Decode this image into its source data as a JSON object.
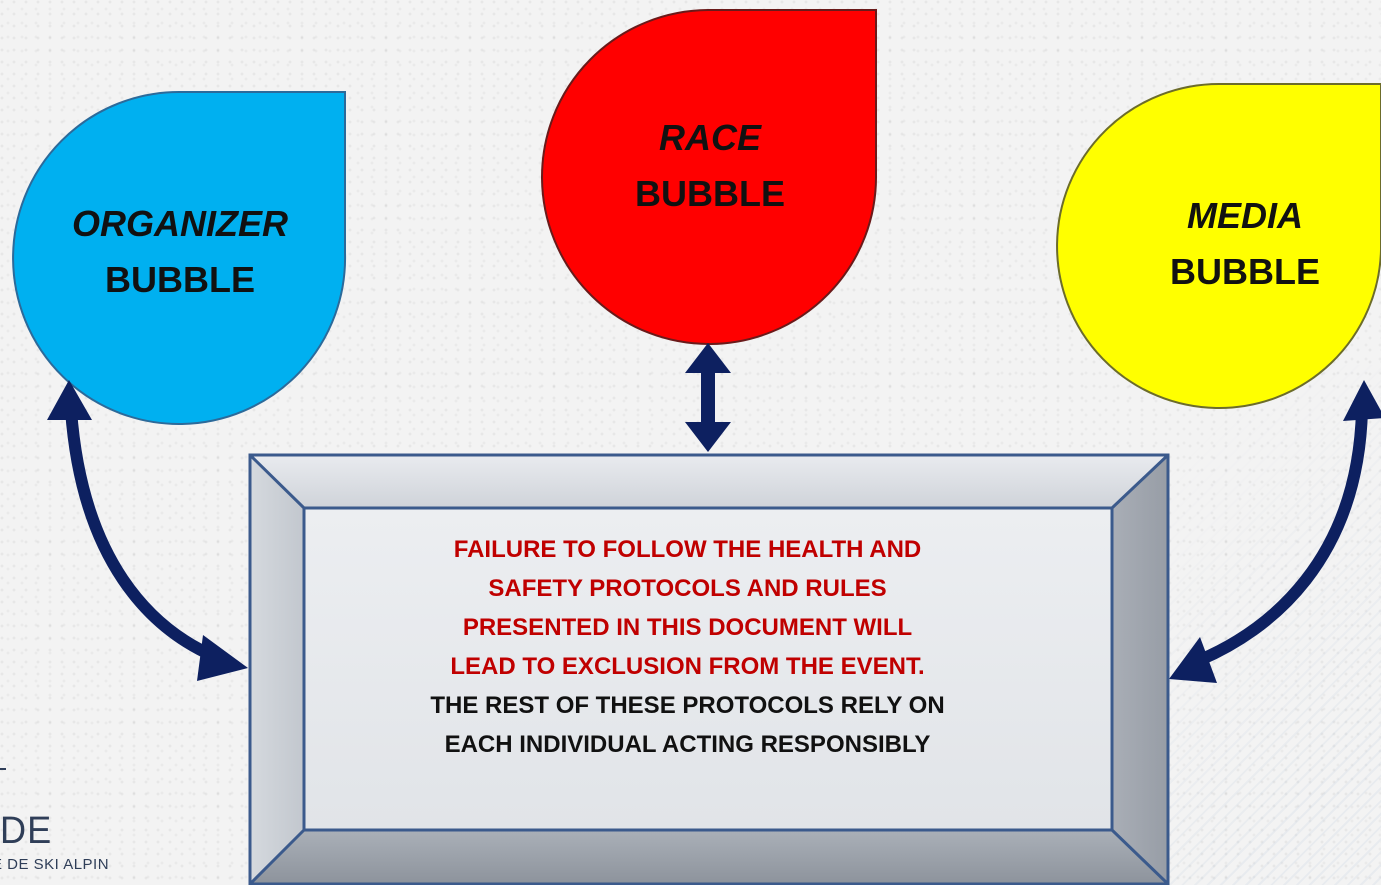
{
  "bubbles": {
    "organizer": {
      "italic": "ORGANIZER",
      "plain": "BUBBLE",
      "fill": "#00b0f0"
    },
    "race": {
      "italic": "RACE",
      "plain": "BUBBLE",
      "fill": "#ff0000"
    },
    "media": {
      "italic": "MEDIA",
      "plain": "BUBBLE",
      "fill": "#ffff00"
    }
  },
  "notice": {
    "red_lines": [
      "FAILURE TO FOLLOW THE HEALTH AND",
      "SAFETY PROTOCOLS AND RULES",
      "PRESENTED IN THIS DOCUMENT WILL",
      "LEAD TO EXCLUSION FROM THE EVENT."
    ],
    "black_lines": [
      "THE REST OF THESE PROTOCOLS RELY ON",
      "EACH INDIVIDUAL ACTING RESPONSIBLY"
    ]
  },
  "logo": {
    "line1": "ONDE",
    "line2": "E DE SKI ALPIN"
  },
  "colors": {
    "arrow": "#0d2060",
    "frame_stroke": "#3b5a8c",
    "notice_red": "#c00000"
  }
}
